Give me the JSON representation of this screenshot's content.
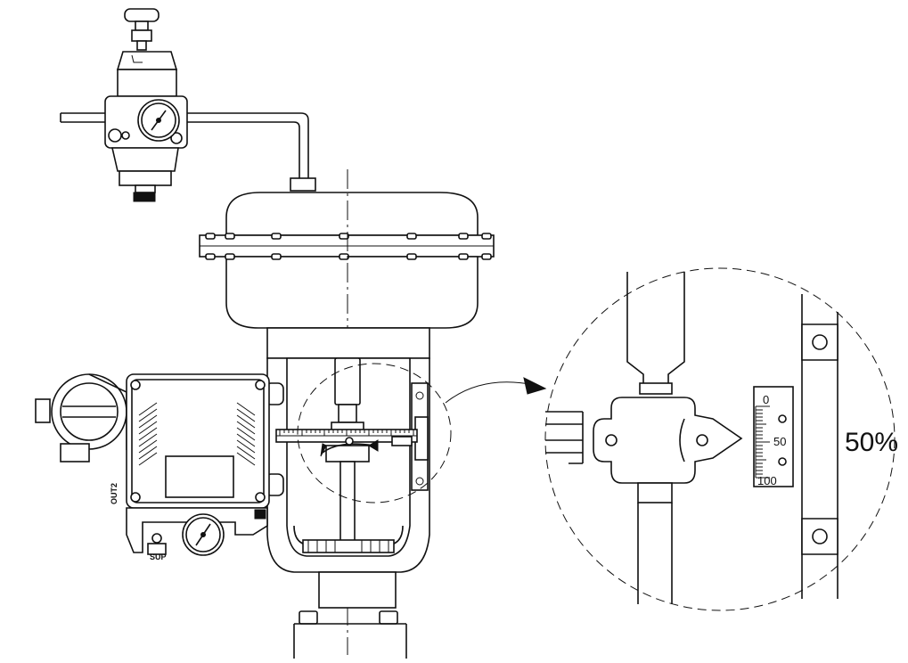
{
  "diagram": {
    "labels": {
      "supply_port": "SUP",
      "out_port": "OUT2",
      "percent": "50%"
    },
    "scale": {
      "ticks": [
        "0",
        "50",
        "100"
      ]
    },
    "colors": {
      "line": "#111111",
      "background": "#ffffff"
    }
  }
}
